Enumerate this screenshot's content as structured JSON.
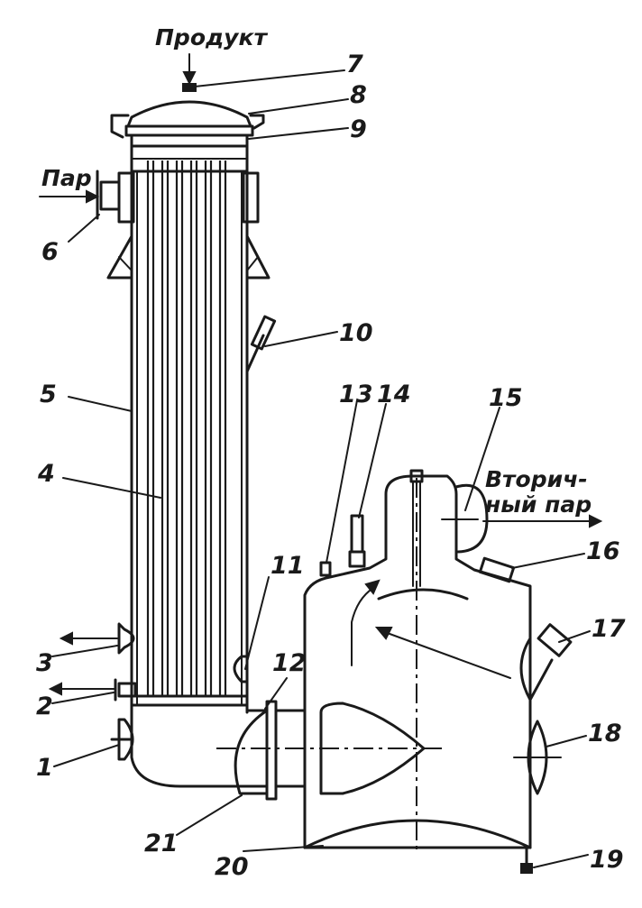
{
  "texts": {
    "product": "Продукт",
    "steam": "Пар",
    "secondary_1": "Вторич-",
    "secondary_2": "ный пар"
  },
  "labels": [
    "1",
    "2",
    "3",
    "4",
    "5",
    "6",
    "7",
    "8",
    "9",
    "10",
    "11",
    "12",
    "13",
    "14",
    "15",
    "16",
    "17",
    "18",
    "19",
    "20",
    "21"
  ]
}
